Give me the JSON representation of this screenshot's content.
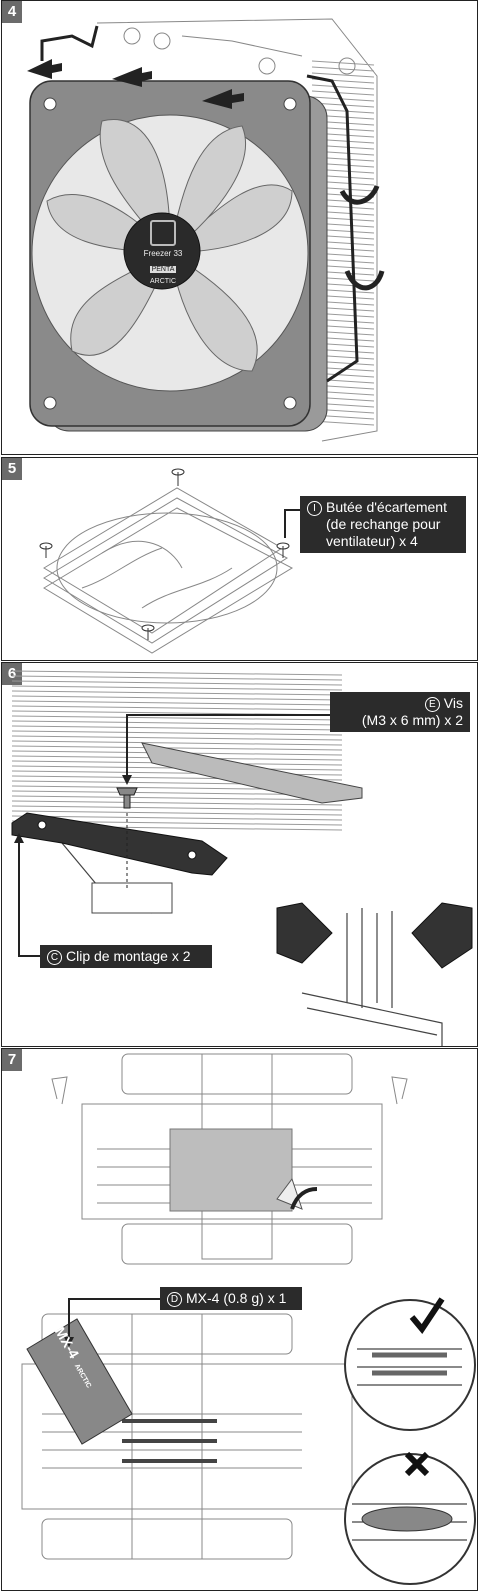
{
  "steps": {
    "s4": {
      "number": "4",
      "fan_badge_brand": "Freezer 33",
      "fan_badge_model": "PENTA",
      "fan_badge_maker": "ARCTIC"
    },
    "s5": {
      "number": "5",
      "callout_letter": "I",
      "callout_lines": [
        "Butée d'écartement",
        "(de rechange pour",
        "ventilateur) x 4"
      ]
    },
    "s6": {
      "number": "6",
      "screw_callout_letter": "E",
      "screw_callout_lines": [
        "Vis",
        "(M3 x 6 mm) x 2"
      ],
      "clip_callout_letter": "C",
      "clip_callout_text": "Clip de montage x 2"
    },
    "s7": {
      "number": "7",
      "paste_callout_letter": "D",
      "paste_callout_text": "MX-4 (0.8 g) x 1",
      "paste_packet_text": "MX-4",
      "paste_packet_brand": "ARCTIC",
      "correct_icon": "check-icon",
      "wrong_icon": "cross-icon"
    }
  },
  "colors": {
    "callout_bg": "#2b2b2b",
    "step_bg": "#6b6b6b",
    "fan_frame": "#8a8a8a",
    "blade": "#cfcfcf"
  }
}
